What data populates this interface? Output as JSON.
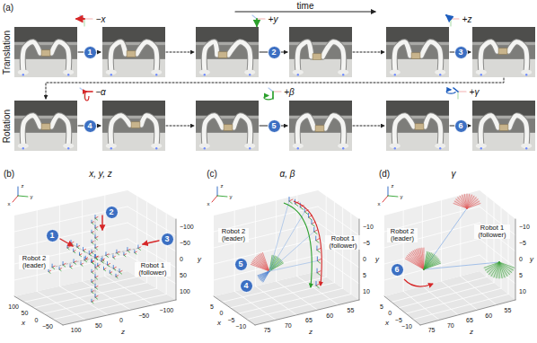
{
  "diagram": {
    "nodes": [
      {
        "text": [
          "1"
        ]
      },
      {
        "text": [
          "2"
        ]
      },
      {
        "text": [
          "3"
        ]
      },
      {
        "text": [
          "4"
        ]
      },
      {
        "text": [
          "5"
        ]
      },
      {
        "text": [
          "6"
        ]
      },
      {
        "text": [
          "1"
        ]
      },
      {
        "text": [
          "2"
        ]
      },
      {
        "text": [
          "3"
        ]
      },
      {
        "text": [
          "5"
        ]
      },
      {
        "text": [
          "4"
        ]
      },
      {
        "text": [
          "6"
        ]
      }
    ],
    "labels": [
      "(a)",
      "time",
      "Translation",
      "Rotation",
      "−x",
      "+y",
      "+z",
      "−α",
      "+β",
      "+γ",
      "(b)",
      "x, y, z",
      "(c)",
      "α, β",
      "(d)",
      "γ",
      "z",
      "x",
      "y",
      "Robot 1 (follower)",
      "Robot 2 (leader)",
      "100",
      "50",
      "0",
      "−50",
      "100",
      "50",
      "0",
      "−50",
      "−100",
      "−100",
      "−50",
      "0",
      "50",
      "100",
      "x",
      "z",
      "y",
      "z",
      "x",
      "y",
      "Robot 1 (follower)",
      "Robot 2 (leader)",
      "5",
      "0",
      "−5",
      "−10",
      "75",
      "70",
      "65",
      "60",
      "55",
      "−10",
      "−5",
      "0",
      "5",
      "10",
      "x",
      "z",
      "y",
      "z",
      "x",
      "y",
      "Robot 1 (follower)",
      "Robot 2 (leader)",
      "5",
      "0",
      "−5",
      "−10",
      "75",
      "70",
      "65",
      "60",
      "55",
      "−10",
      "−5",
      "0",
      "5",
      "10",
      "x",
      "z",
      "y"
    ]
  }
}
